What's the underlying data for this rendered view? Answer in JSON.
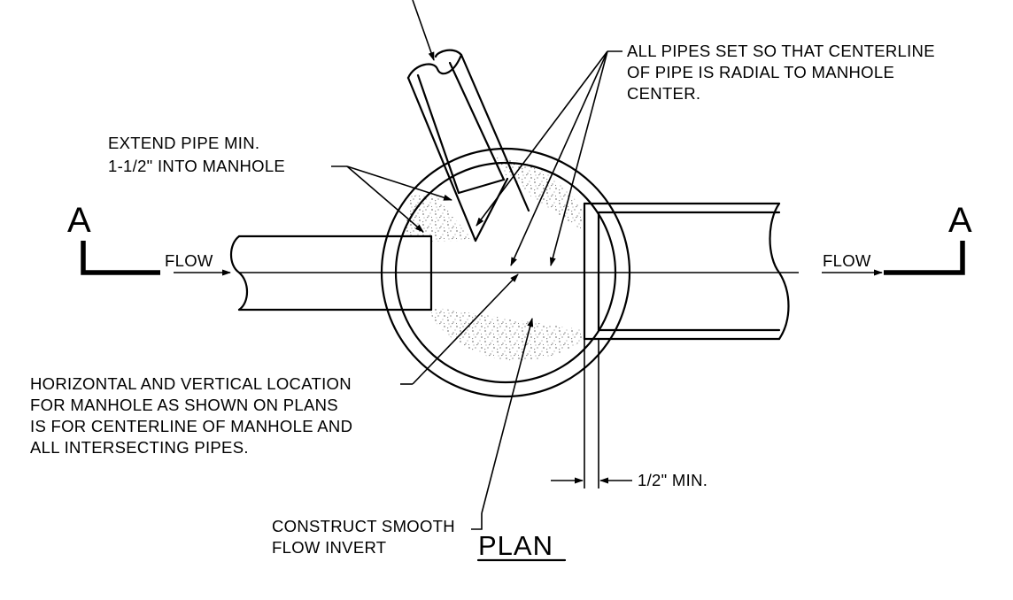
{
  "labels": {
    "section_left": "A",
    "section_right": "A",
    "flow_left": "FLOW",
    "flow_right": "FLOW",
    "title": "PLAN",
    "min_gap": "1/2\" MIN."
  },
  "notes": {
    "radial": [
      "ALL PIPES SET SO THAT CENTERLINE",
      "OF  PIPE IS RADIAL TO MANHOLE",
      "CENTER."
    ],
    "extend": [
      "EXTEND PIPE MIN.",
      "1-1/2\" INTO MANHOLE"
    ],
    "location": [
      "HORIZONTAL AND VERTICAL LOCATION",
      "FOR MANHOLE AS SHOWN ON PLANS",
      "IS FOR CENTERLINE OF MANHOLE AND",
      "ALL INTERSECTING PIPES."
    ],
    "invert": [
      "CONSTRUCT SMOOTH",
      "FLOW INVERT"
    ]
  }
}
